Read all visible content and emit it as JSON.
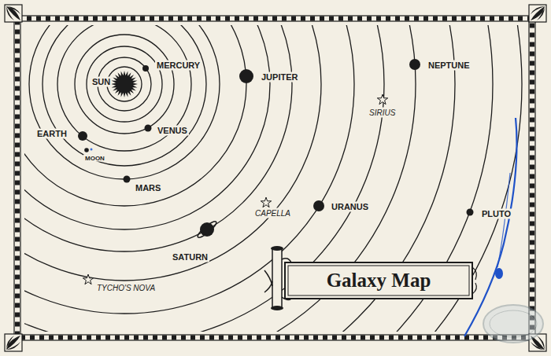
{
  "diagram": {
    "title": "Galaxy Map",
    "labels": [
      "SUN",
      "MERCURY",
      "VENUS",
      "EARTH",
      "MOON",
      "MARS",
      "JUPITER",
      "SATURN",
      "URANUS",
      "NEPTUNE",
      "PLUTO",
      "SIRIUS",
      "CAPELLA",
      "TYCHO'S NOVA"
    ]
  }
}
